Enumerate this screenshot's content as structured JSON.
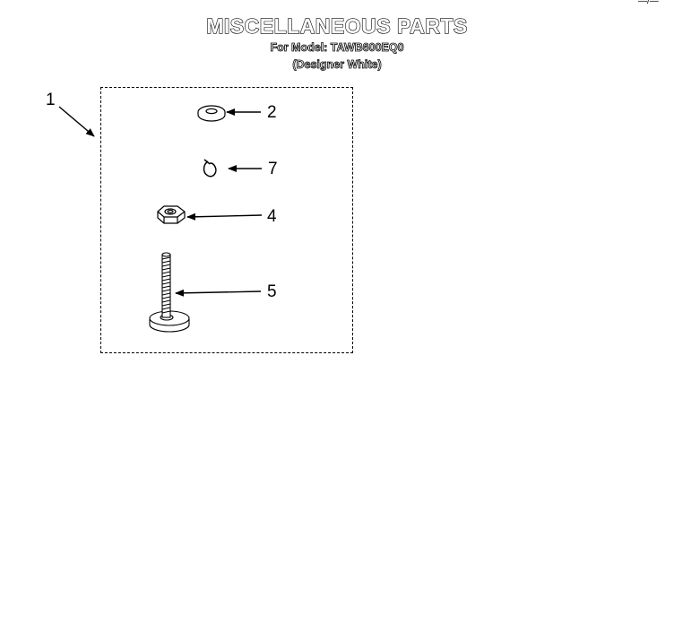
{
  "header": {
    "title": "MISCELLANEOUS PARTS",
    "model_line": "For Model: TAWB600EQ0",
    "color_line": "(Designer White)"
  },
  "callouts": [
    {
      "id": "kit",
      "label": "1"
    },
    {
      "id": "washer",
      "label": "2"
    },
    {
      "id": "clip",
      "label": "7"
    },
    {
      "id": "nut",
      "label": "4"
    },
    {
      "id": "leveling-foot",
      "label": "5"
    }
  ]
}
